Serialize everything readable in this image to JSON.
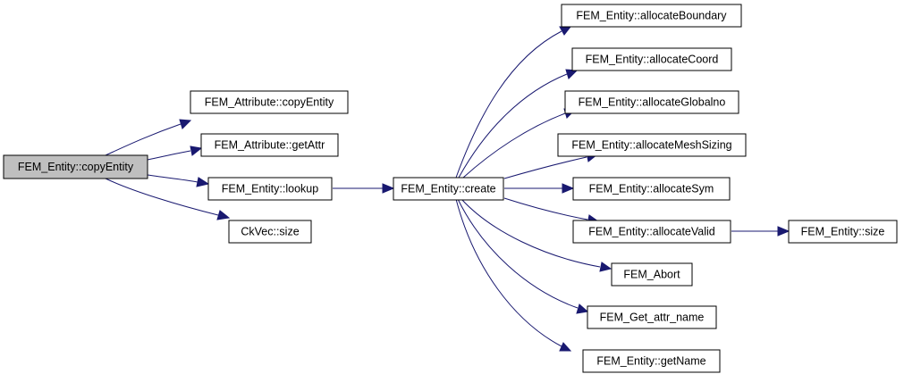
{
  "nodes": {
    "n_copyEntity": "FEM_Entity::copyEntity",
    "n_attrCopy": "FEM_Attribute::copyEntity",
    "n_getAttr": "FEM_Attribute::getAttr",
    "n_lookup": "FEM_Entity::lookup",
    "n_ckvecSize": "CkVec::size",
    "n_create": "FEM_Entity::create",
    "n_allocBoundary": "FEM_Entity::allocateBoundary",
    "n_allocCoord": "FEM_Entity::allocateCoord",
    "n_allocGlobalno": "FEM_Entity::allocateGlobalno",
    "n_allocMesh": "FEM_Entity::allocateMeshSizing",
    "n_allocSym": "FEM_Entity::allocateSym",
    "n_allocValid": "FEM_Entity::allocateValid",
    "n_entitySize": "FEM_Entity::size",
    "n_abort": "FEM_Abort",
    "n_getAttrName": "FEM_Get_attr_name",
    "n_getName": "FEM_Entity::getName"
  },
  "edges": [
    [
      "n_copyEntity",
      "n_attrCopy"
    ],
    [
      "n_copyEntity",
      "n_getAttr"
    ],
    [
      "n_copyEntity",
      "n_lookup"
    ],
    [
      "n_copyEntity",
      "n_ckvecSize"
    ],
    [
      "n_lookup",
      "n_create"
    ],
    [
      "n_create",
      "n_allocBoundary"
    ],
    [
      "n_create",
      "n_allocCoord"
    ],
    [
      "n_create",
      "n_allocGlobalno"
    ],
    [
      "n_create",
      "n_allocMesh"
    ],
    [
      "n_create",
      "n_allocSym"
    ],
    [
      "n_create",
      "n_allocValid"
    ],
    [
      "n_create",
      "n_abort"
    ],
    [
      "n_create",
      "n_getAttrName"
    ],
    [
      "n_create",
      "n_getName"
    ],
    [
      "n_allocValid",
      "n_entitySize"
    ]
  ],
  "colors": {
    "edge": "#191970",
    "root_fill": "#bfbfbf",
    "node_fill": "#ffffff",
    "node_border": "#000000"
  }
}
